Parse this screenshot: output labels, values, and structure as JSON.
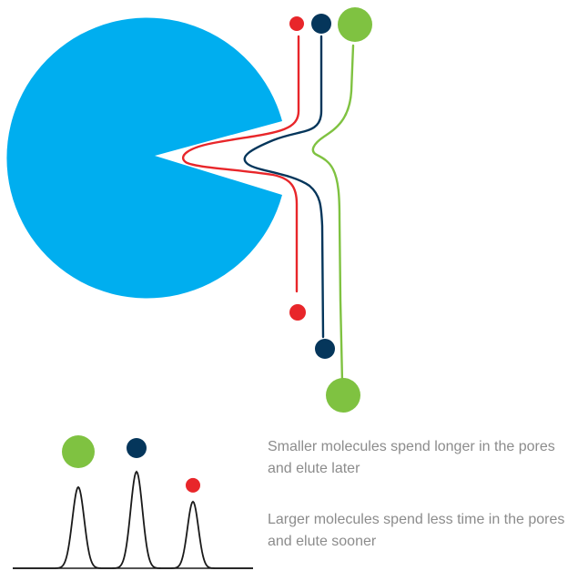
{
  "colors": {
    "bead": "#00aeef",
    "small": "#e8262a",
    "medium": "#05365b",
    "large": "#7fc241",
    "baseline": "#1a1a1a",
    "text": "#8c8c8c"
  },
  "molecules": [
    {
      "id": "small",
      "label_size": "small",
      "color": "#e8262a"
    },
    {
      "id": "medium",
      "label_size": "medium",
      "color": "#05365b"
    },
    {
      "id": "large",
      "label_size": "large",
      "color": "#7fc241"
    }
  ],
  "chromatogram": {
    "peaks": [
      {
        "molecule": "large",
        "relative_height": 0.84
      },
      {
        "molecule": "medium",
        "relative_height": 1.0
      },
      {
        "molecule": "small",
        "relative_height": 0.69
      }
    ]
  },
  "captions": {
    "small_molecules": "Smaller molecules spend longer in the pores and elute later",
    "large_molecules": "Larger molecules spend less time in the pores and elute sooner"
  }
}
